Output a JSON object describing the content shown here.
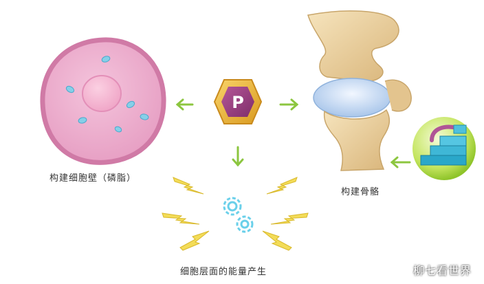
{
  "labels": {
    "cell_wall": "构建细胞壁（磷脂）",
    "bone": "构建骨骼",
    "energy": "细胞层面的能量产生"
  },
  "phosphorus_symbol": "P",
  "watermark": "柳七看世界",
  "icons": [
    "cell-icon",
    "phosphorus-hexagon-icon",
    "knee-joint-icon",
    "stairs-step-icon",
    "gear-icon",
    "lightning-bolt-icon",
    "arrow-icon"
  ],
  "colors": {
    "cell_fill": "#e9a2c6",
    "cell_rim": "#d07aa6",
    "arrow_green": "#8cc63f",
    "hexagon": "#e8b23a",
    "hexagon_inner": "#9b3f82",
    "bone": "#eed6a6",
    "cartilage": "#c9dcf3",
    "bolt": "#f3dc58",
    "gear": "#6ad0ea",
    "badge": "#a6d83a"
  }
}
